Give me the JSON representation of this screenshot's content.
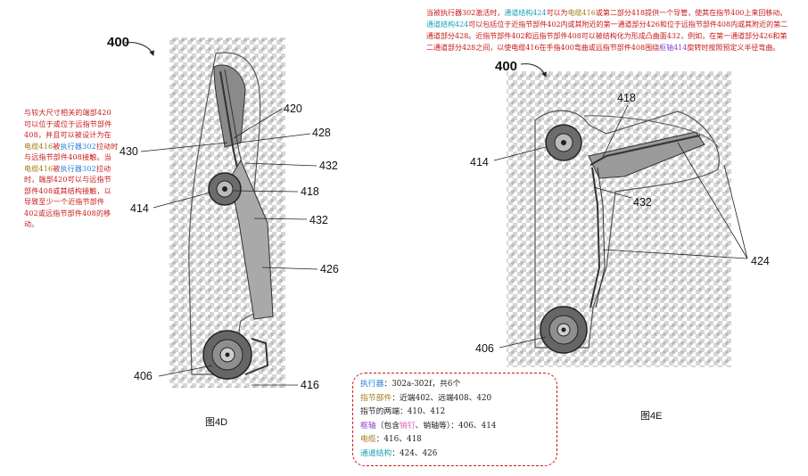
{
  "figure_left": {
    "number": "400",
    "caption": "图4D",
    "refs": [
      "420",
      "428",
      "430",
      "432",
      "418",
      "414",
      "432",
      "426",
      "406",
      "416"
    ]
  },
  "figure_right": {
    "number": "400",
    "caption": "图4E",
    "refs": [
      "418",
      "414",
      "432",
      "424",
      "406"
    ]
  },
  "note_left": {
    "p1": "与较大尺寸相关的端部420可以位于或位于远指节部件408，并且可以被设计为在",
    "cable1": "电缆416",
    "p2": "被",
    "actuator1": "执行器302",
    "p3": "拉动时与远指节部件408接触。当",
    "cable2": "电缆416",
    "p4": "被",
    "actuator2": "执行器302",
    "p5": "拉动时，端部420可以与远指节部件408或其结构接触，以导致至少一个近指节部件402或远指节部件408的移动。"
  },
  "note_top": {
    "p1": "当被执行器302激活时，",
    "channel1": "通道结构424",
    "p2": "可以为",
    "cable": "电缆416",
    "p3": "或第二部分418提供一个导管，使其在指节400上来回移动。",
    "channel2": "通道结构424",
    "p4": "可以包括位于近指节部件402内或其附近的第一通道部分426和位于远指节部件408内或其附近的第二通道部分428。近指节部件402和远指节部件408可以被结构化为形成凸曲面432，例如，在第一通道部分426和第二通道部分428之间，以使电缆416在手指400弯曲或远指节部件408围绕",
    "pivot": "枢轴414",
    "p5": "旋转时按照预定义半径弯曲。"
  },
  "legend": {
    "actuator_label": "执行器",
    "actuator_value": "：302a-302f，共6个",
    "phalanx_label": "指节部件",
    "phalanx_value": "：近端402、远端408、420",
    "ends_label": "指节的两端",
    "ends_value": "：410、412",
    "pivot_label": "枢轴",
    "pivot_paren_open": "（包含",
    "pin": "销钉",
    "pivot_paren_rest": "、销轴等）",
    "pivot_value": "：406、414",
    "cable_label": "电缆",
    "cable_value": "：416、418",
    "channel_label": "通道结构",
    "channel_value": "：424、426"
  },
  "colors": {
    "annotation_red": "#c81818",
    "blue": "#2a7fd4",
    "teal": "#1aa0b8",
    "olive": "#a07c14",
    "purple": "#8a44c8",
    "pink": "#e062b8"
  }
}
